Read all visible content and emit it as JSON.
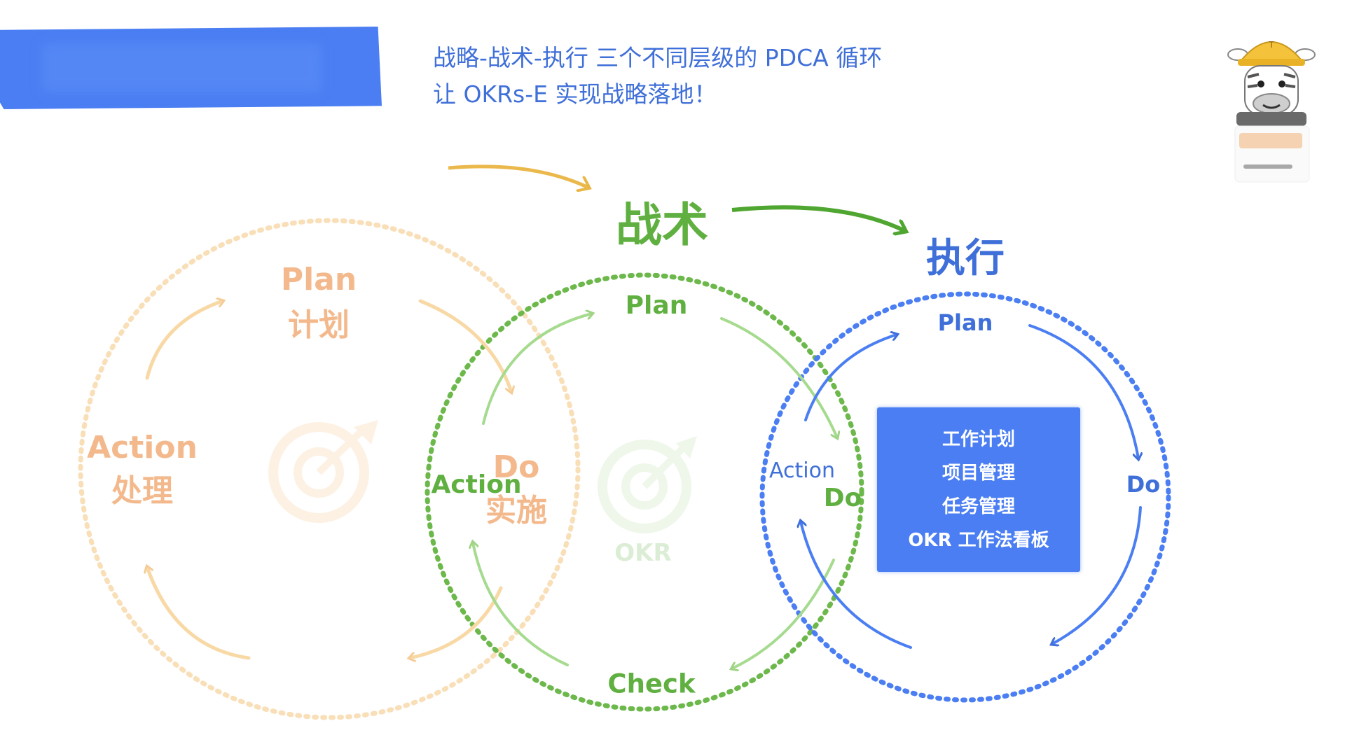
{
  "header": {
    "line1": "战略-战术-执行 三个不同层级的 PDCA 循环",
    "line2": "让 OKRs-E 实现战略落地！"
  },
  "levels": {
    "tactics": "战术",
    "execution": "执行"
  },
  "strategy_cycle": {
    "plan": "Plan",
    "plan_cn": "计划",
    "do": "Do",
    "do_cn": "实施",
    "action": "Action",
    "action_cn": "处理"
  },
  "tactics_cycle": {
    "plan": "Plan",
    "action": "Action",
    "check": "Check",
    "center": "OKR"
  },
  "execution_cycle": {
    "plan": "Plan",
    "do": "Do",
    "action": "Action",
    "do_left": "Do",
    "box_items": [
      "工作计划",
      "项目管理",
      "任务管理",
      "OKR 工作法看板"
    ]
  },
  "colors": {
    "strategy": "#f3b98c",
    "tactics": "#5fb040",
    "execution": "#3f6fd8",
    "banner": "#4a7ef2"
  }
}
